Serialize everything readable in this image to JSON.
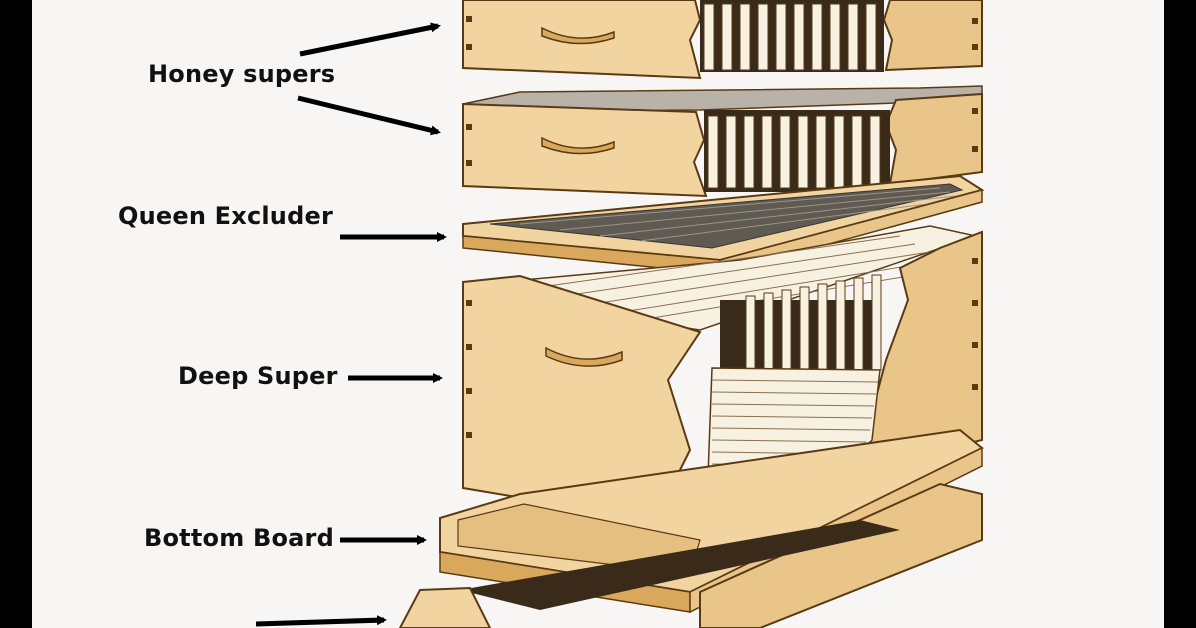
{
  "labels": {
    "honey_supers": "Honey supers",
    "queen_excluder": "Queen Excluder",
    "deep_super": "Deep Super",
    "bottom_board": "Bottom Board"
  },
  "colors": {
    "frame_background": "#000000",
    "panel_background": "#f7f6f4",
    "wood": "#f1d4a0",
    "wood_shade": "#d9a85c",
    "comb_dark": "#3a2a1a",
    "frame_light": "#f7f1e2",
    "outline": "#5a3a14",
    "arrow": "#000000"
  }
}
